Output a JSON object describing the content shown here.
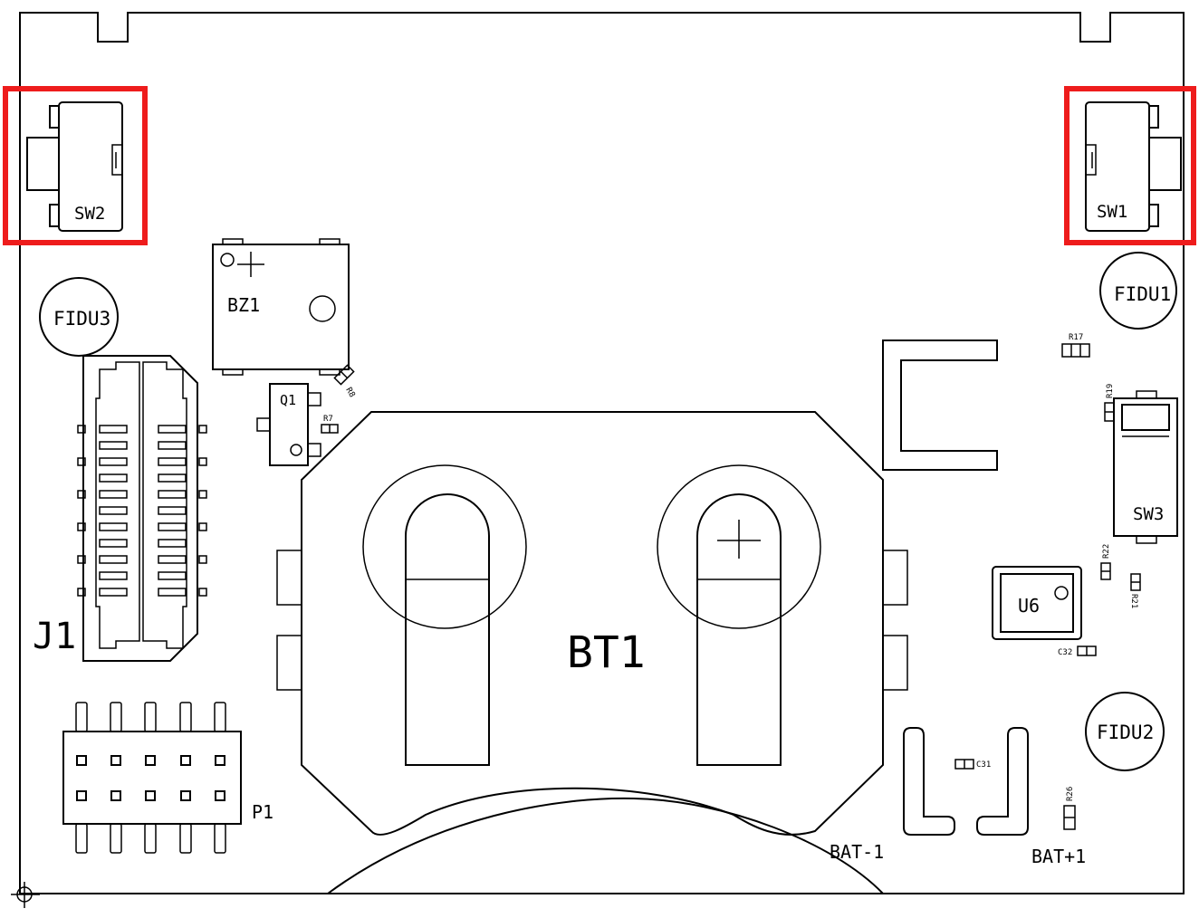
{
  "board": {
    "labels": {
      "sw1": "SW1",
      "sw2": "SW2",
      "sw3": "SW3",
      "fidu1": "FIDU1",
      "fidu2": "FIDU2",
      "fidu3": "FIDU3",
      "bz1": "BZ1",
      "q1": "Q1",
      "r7": "R7",
      "r8": "R8",
      "r17": "R17",
      "r19": "R19",
      "r21": "R21",
      "r22": "R22",
      "r26": "R26",
      "c31": "C31",
      "c32": "C32",
      "u6": "U6",
      "j1": "J1",
      "p1": "P1",
      "bt1": "BT1",
      "bat_neg": "BAT-1",
      "bat_pos": "BAT+1"
    },
    "highlights": [
      "SW2",
      "SW1"
    ],
    "colors": {
      "highlight": "#ee1c1c",
      "outline": "#000000"
    }
  }
}
